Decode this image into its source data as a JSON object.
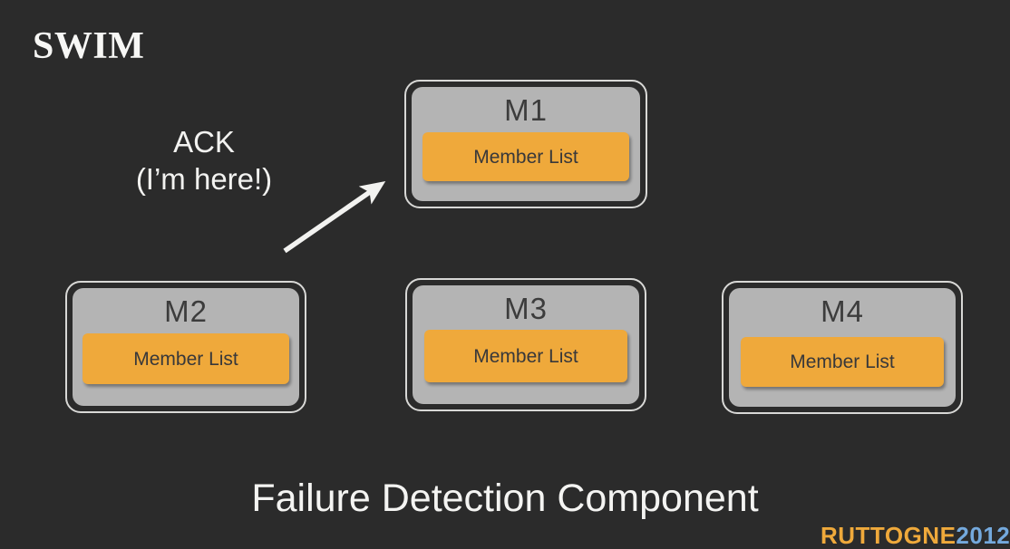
{
  "slide": {
    "title": "SWIM",
    "caption": "Failure Detection Component",
    "background_color": "#2b2b2b"
  },
  "annotation": {
    "name": "ack-annotation",
    "line1": "ACK",
    "line2": "(I’m here!)",
    "arrow": {
      "name": "ack-arrow",
      "from": "M2 area",
      "to": "M1",
      "color": "#f2f2f0",
      "direction": "up-right"
    }
  },
  "nodes": [
    {
      "id": "m1",
      "label": "M1",
      "member_list_label": "Member List"
    },
    {
      "id": "m2",
      "label": "M2",
      "member_list_label": "Member List"
    },
    {
      "id": "m3",
      "label": "M3",
      "member_list_label": "Member List"
    },
    {
      "id": "m4",
      "label": "M4",
      "member_list_label": "Member List"
    }
  ],
  "colors": {
    "node_fill": "#b4b4b4",
    "node_border": "#d8d8d6",
    "member_list": "#efa93b",
    "text_dark": "#3c3c3c",
    "text_light": "#f4f4f2"
  },
  "watermark": {
    "orange_text": "RUTTOGNE",
    "blue_text": "2012"
  }
}
